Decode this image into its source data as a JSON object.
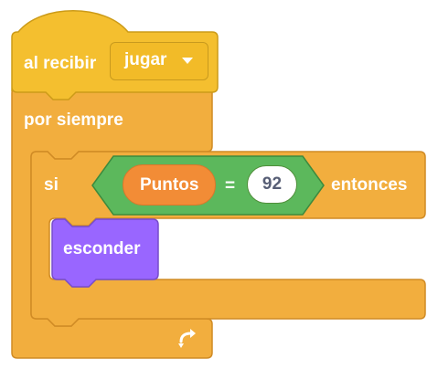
{
  "hat_block": {
    "label": "al recibir",
    "message_dropdown": "jugar",
    "color": "#f4bf2f"
  },
  "forever_block": {
    "label": "por siempre",
    "color": "#f2ae3e",
    "loop_icon": "loop-arrow-icon"
  },
  "if_block": {
    "label_if": "si",
    "label_then": "entonces",
    "color": "#f2ae3e"
  },
  "condition": {
    "variable": "Puntos",
    "operator": "=",
    "value": "92",
    "operator_color": "#5cb85c",
    "variable_color": "#f28c36"
  },
  "hide_block": {
    "label": "esconder",
    "color": "#9966ff"
  }
}
